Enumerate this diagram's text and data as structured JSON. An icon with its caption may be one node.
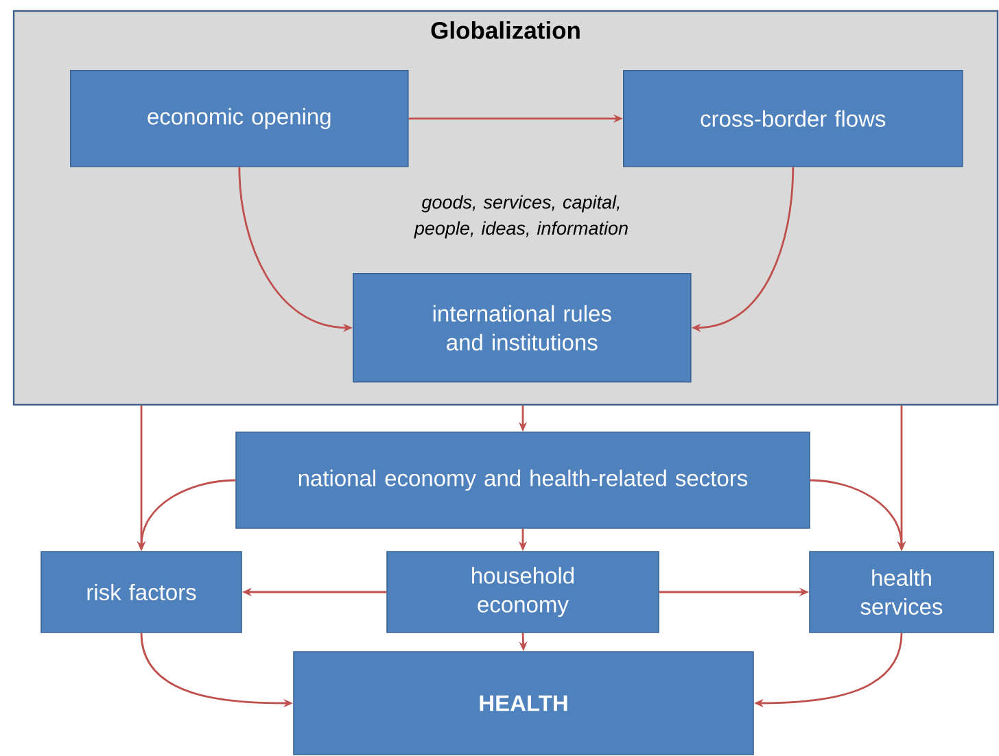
{
  "diagram": {
    "nodes": [
      {
        "text": [
          "Globalization"
        ]
      },
      {
        "text": [
          "economic opening"
        ],
        "in": 0
      },
      {
        "text": [
          "cross-border flows"
        ],
        "in": 0
      },
      {
        "text": [
          "international rules and institutions"
        ],
        "in": 0
      },
      {
        "text": [
          "national economy and health-related sectors"
        ]
      },
      {
        "text": [
          "risk factors"
        ]
      },
      {
        "text": [
          "household economy"
        ]
      },
      {
        "text": [
          "health services"
        ]
      },
      {
        "text": [
          "HEALTH"
        ]
      }
    ],
    "edges": [
      {
        "from": 1,
        "to": 2,
        "arrow": "to"
      },
      {
        "from": 1,
        "to": 3,
        "arrow": "to"
      },
      {
        "from": 2,
        "to": 3,
        "arrow": "to"
      },
      {
        "from": 0,
        "to": 5,
        "arrow": "to"
      },
      {
        "from": 0,
        "to": 4,
        "arrow": "to"
      },
      {
        "from": 0,
        "to": 7,
        "arrow": "to"
      },
      {
        "from": 4,
        "to": 5,
        "arrow": "to"
      },
      {
        "from": 4,
        "to": 6,
        "arrow": "to"
      },
      {
        "from": 4,
        "to": 7,
        "arrow": "to"
      },
      {
        "from": 6,
        "to": 5,
        "arrow": "to"
      },
      {
        "from": 6,
        "to": 7,
        "arrow": "to"
      },
      {
        "from": 6,
        "to": 8,
        "arrow": "to"
      },
      {
        "from": 5,
        "to": 8,
        "arrow": "to"
      },
      {
        "from": 7,
        "to": 8,
        "arrow": "to"
      }
    ],
    "labels": [
      "goods, services, capital, people, ideas, information"
    ]
  }
}
